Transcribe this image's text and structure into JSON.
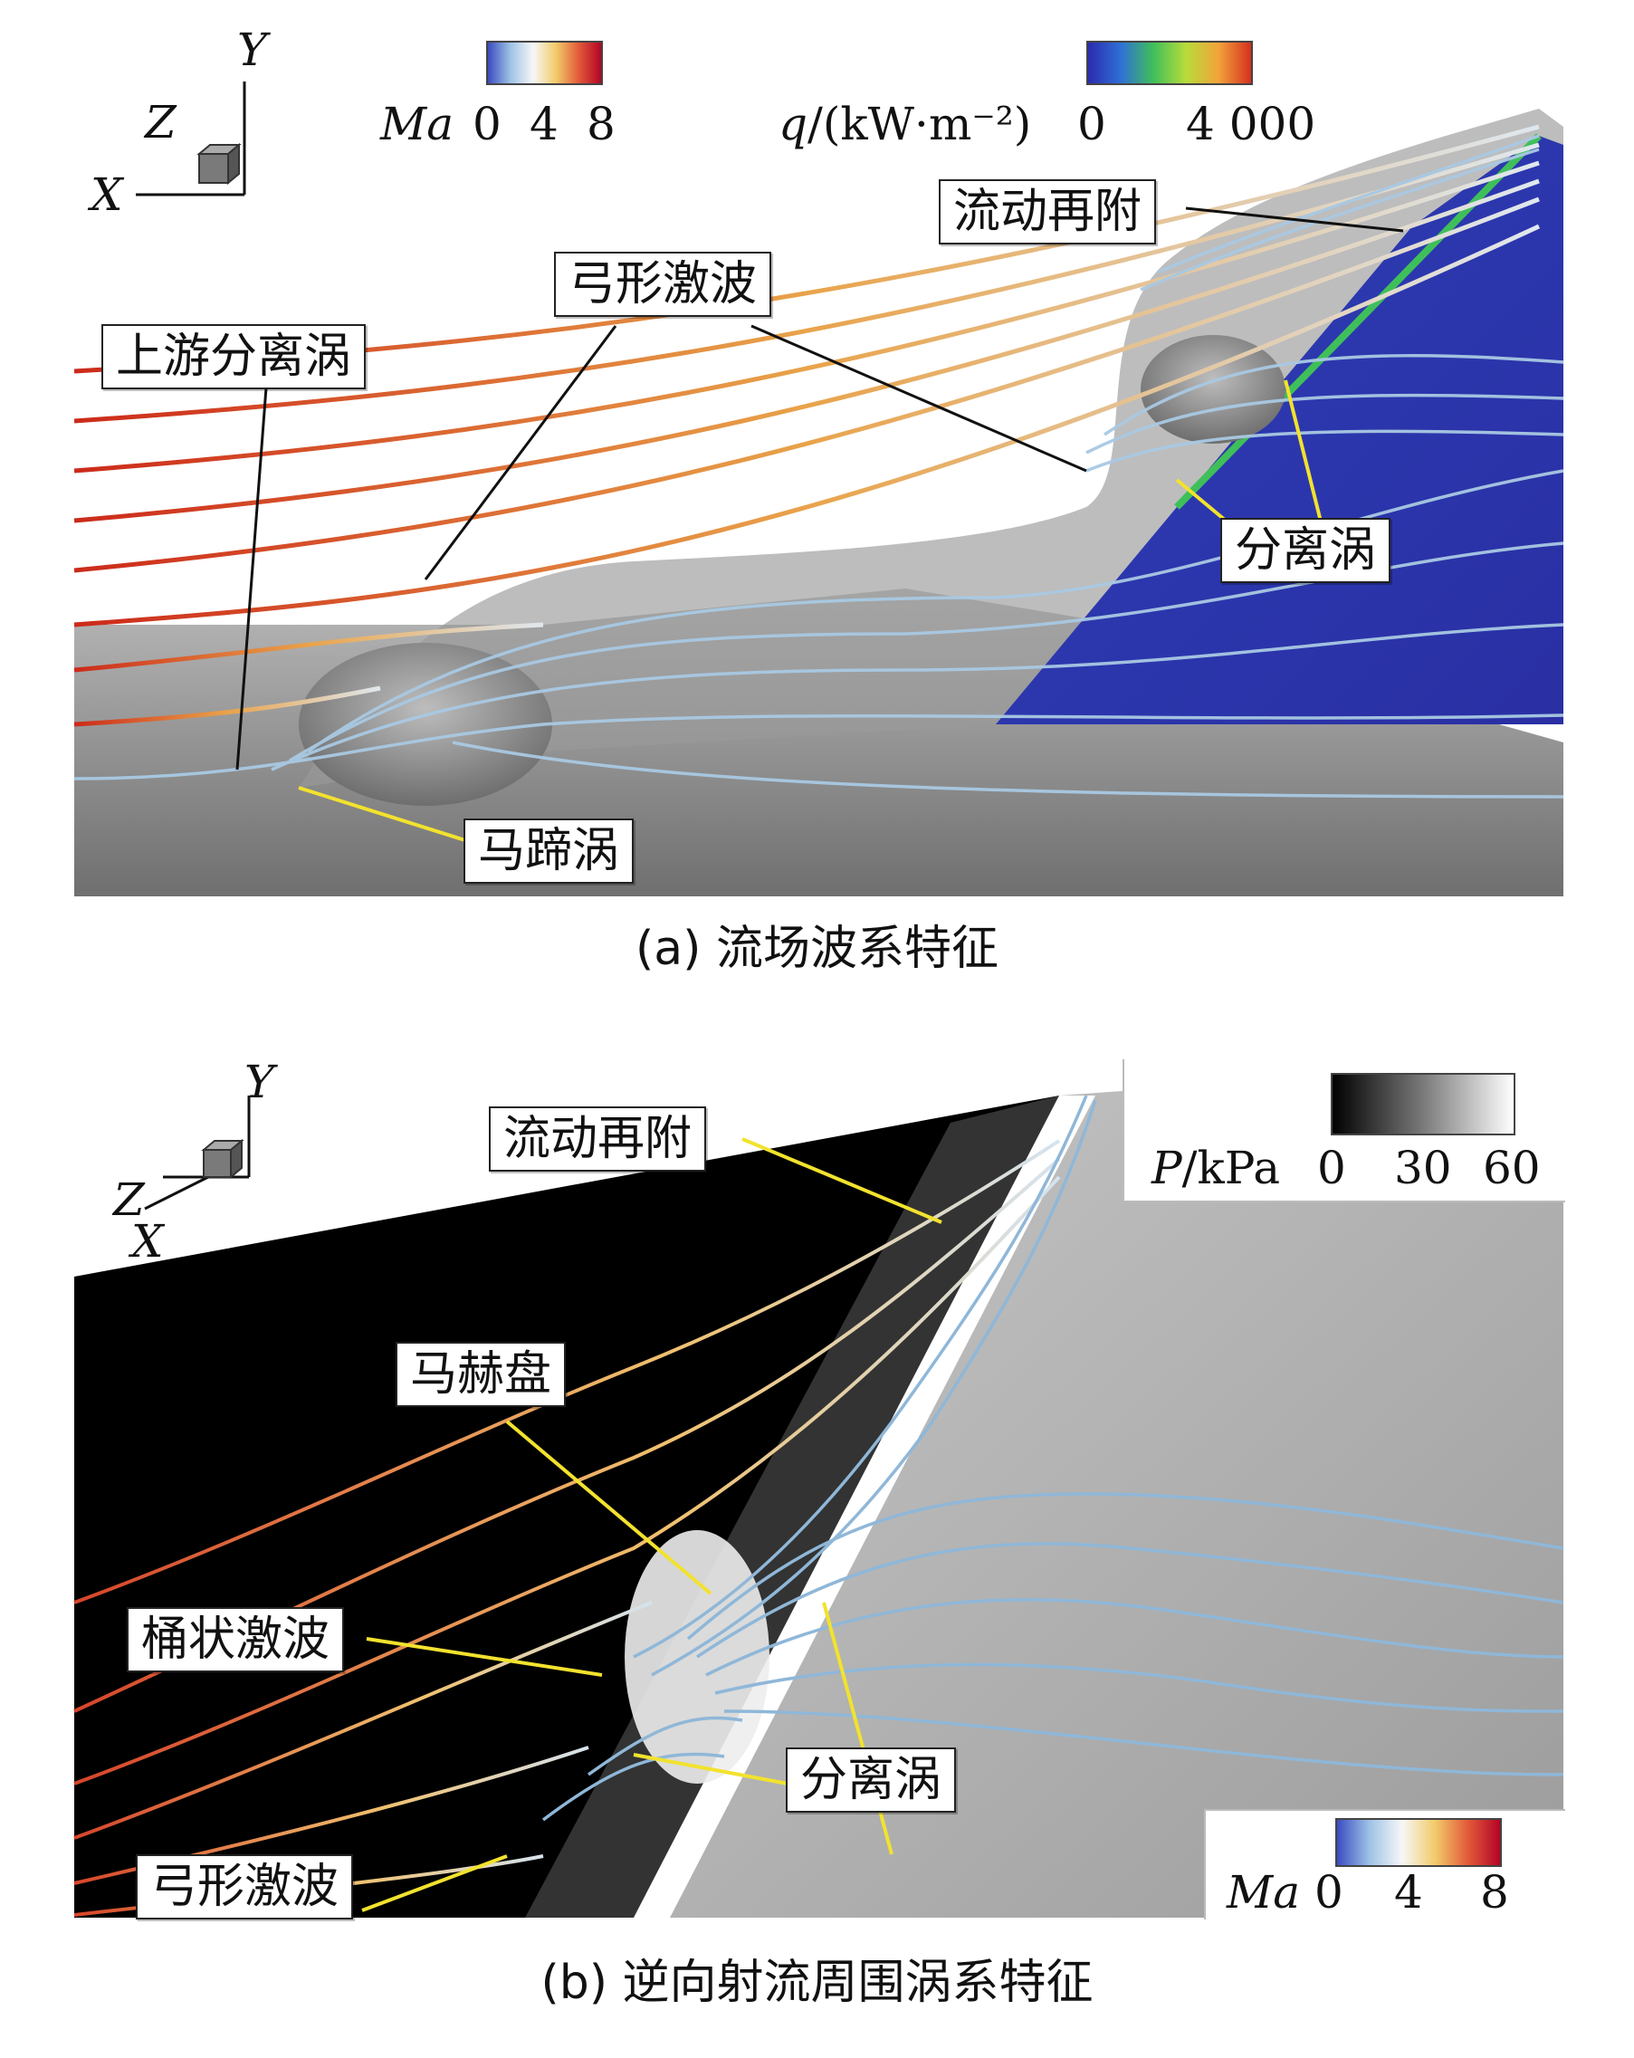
{
  "panel_a": {
    "caption": "(a) 流场波系特征",
    "axes": {
      "x": "X",
      "y": "Y",
      "z": "Z"
    },
    "colorbar_ma": {
      "label": "Ma",
      "ticks": [
        "0",
        "4",
        "8"
      ]
    },
    "colorbar_q": {
      "label_prefix": "q",
      "label_rest": "/(kW·m⁻²)",
      "ticks": [
        "0",
        "4 000"
      ]
    },
    "labels": {
      "upstream_vortex": "上游分离涡",
      "bow_shock": "弓形激波",
      "reattachment": "流动再附",
      "separation_vortex": "分离涡",
      "horseshoe_vortex": "马蹄涡"
    }
  },
  "panel_b": {
    "caption": "(b) 逆向射流周围涡系特征",
    "axes": {
      "x": "X",
      "y": "Y",
      "z": "Z"
    },
    "colorbar_p": {
      "label_prefix": "P",
      "label_rest": "/kPa",
      "ticks": [
        "0",
        "30",
        "60"
      ]
    },
    "colorbar_ma": {
      "label": "Ma",
      "ticks": [
        "0",
        "4",
        "8"
      ]
    },
    "labels": {
      "reattachment": "流动再附",
      "mach_disk": "马赫盘",
      "barrel_shock": "桶状激波",
      "separation_vortex": "分离涡",
      "bow_shock": "弓形激波"
    }
  },
  "colors": {
    "ma_gradient": [
      "#3b4cc0",
      "#9ec3e6",
      "#f7f7f7",
      "#f2cc6b",
      "#e35b3a",
      "#b40426"
    ],
    "q_gradient": [
      "#2b2bb0",
      "#2f6fd6",
      "#3fbf5a",
      "#b7dc3a",
      "#f2a33a",
      "#d7301f"
    ],
    "p_gradient": [
      "#000000",
      "#7a7a7a",
      "#ffffff"
    ],
    "surface_gray": "#8f8f8f",
    "streamline_blue": "#8fb7d8",
    "leader_black": "#111111",
    "leader_yellow": "#f2e22e"
  }
}
